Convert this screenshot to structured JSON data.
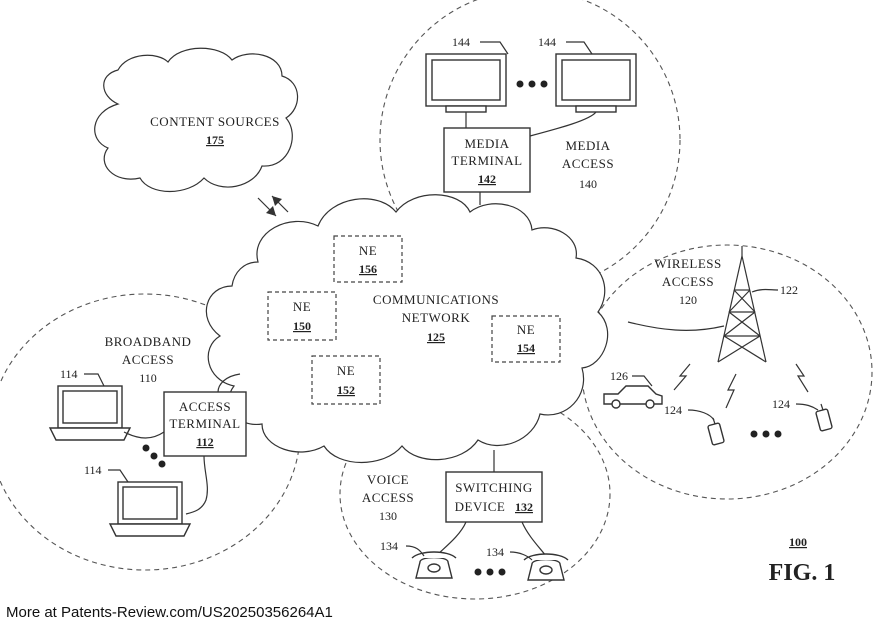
{
  "diagram": {
    "content_sources": {
      "label": "CONTENT SOURCES",
      "ref": "175"
    },
    "network": {
      "label_1": "COMMUNICATIONS",
      "label_2": "NETWORK",
      "ref": "125"
    },
    "ne_156": {
      "label": "NE",
      "ref": "156"
    },
    "ne_150": {
      "label": "NE",
      "ref": "150"
    },
    "ne_152": {
      "label": "NE",
      "ref": "152"
    },
    "ne_154": {
      "label": "NE",
      "ref": "154"
    },
    "media": {
      "access_1": "MEDIA",
      "access_2": "ACCESS",
      "access_ref": "140",
      "terminal_1": "MEDIA",
      "terminal_2": "TERMINAL",
      "terminal_ref": "142",
      "display_ref_a": "144",
      "display_ref_b": "144"
    },
    "wireless": {
      "access_1": "WIRELESS",
      "access_2": "ACCESS",
      "access_ref": "120",
      "tower_ref": "122",
      "vehicle_ref": "126",
      "phone_ref_a": "124",
      "phone_ref_b": "124"
    },
    "broadband": {
      "access_1": "BROADBAND",
      "access_2": "ACCESS",
      "access_ref": "110",
      "terminal_1": "ACCESS",
      "terminal_2": "TERMINAL",
      "terminal_ref": "112",
      "laptop_ref_a": "114",
      "laptop_ref_b": "114"
    },
    "voice": {
      "access_1": "VOICE",
      "access_2": "ACCESS",
      "access_ref": "130",
      "device_1": "SWITCHING",
      "device_2": "DEVICE",
      "device_ref": "132",
      "phone_ref_a": "134",
      "phone_ref_b": "134"
    },
    "figure_ref": "100",
    "figure_label": "FIG. 1"
  },
  "footer": {
    "text": "More at Patents-Review.com/US20250356264A1"
  }
}
